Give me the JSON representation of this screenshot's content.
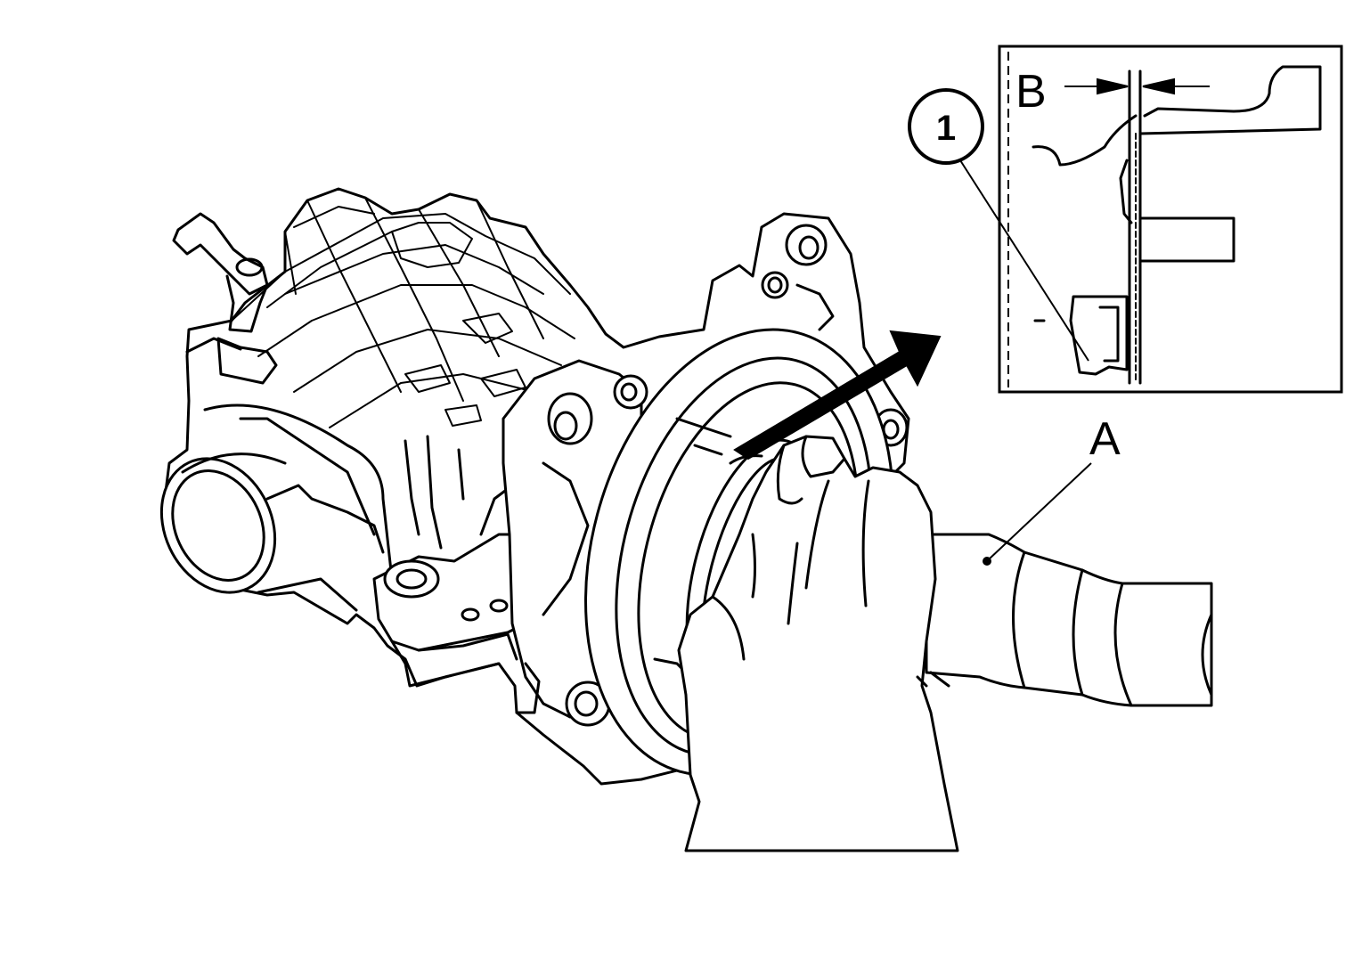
{
  "figure": {
    "labels": {
      "part_number": "1",
      "tool": "A",
      "dimension": "B"
    },
    "colors": {
      "line": "#000000",
      "background": "#ffffff"
    }
  }
}
